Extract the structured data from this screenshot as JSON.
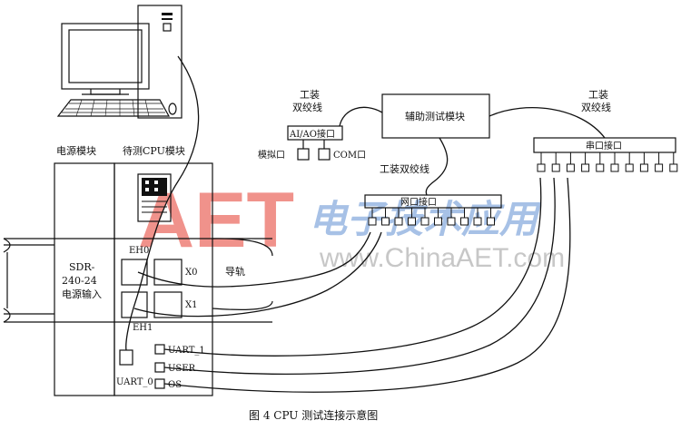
{
  "labels": {
    "power_module": "电源模块",
    "cpu_module": "待测CPU模块",
    "power_input": [
      "SDR-",
      "240-24",
      "电源输入"
    ],
    "eh0": "EH0",
    "eh1": "EH1",
    "x0": "X0",
    "x1": "X1",
    "rail": "导轨",
    "uart1": "UART_1",
    "user": "USER",
    "os": "OS",
    "uart0": "UART_0",
    "twisted_pair_left": [
      "工装",
      "双绞线"
    ],
    "aiao_port": "AI/AO接口",
    "analog_port": "模拟口",
    "com_port": "COM口",
    "aux_module": "辅助测试模块",
    "twisted_pair_mid": "工装双绞线",
    "net_port": "网口接口",
    "twisted_pair_right": [
      "工装",
      "双绞线"
    ],
    "serial_port": "串口接口"
  },
  "watermark": {
    "logo": "AET",
    "chinese": "电子技术应用",
    "url": "www.ChinaAET.com"
  },
  "caption": "图 4   CPU 测试连接示意图"
}
